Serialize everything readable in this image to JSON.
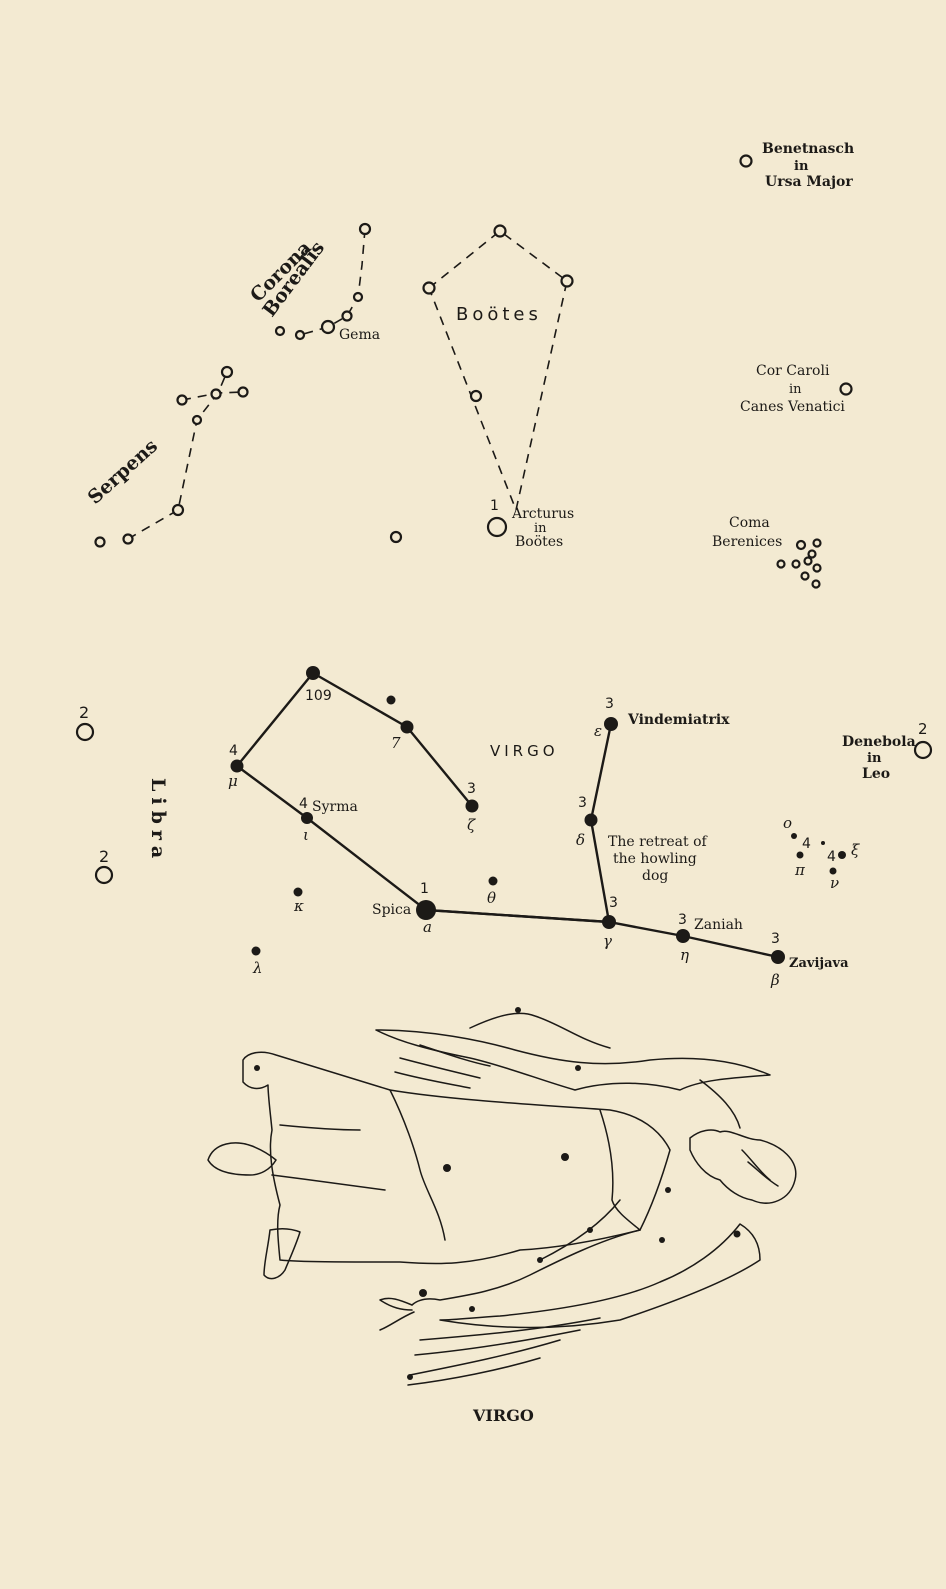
{
  "caption": "VIRGO",
  "labels": {
    "benetnasch": [
      "Benetnasch",
      "in",
      "Ursa Major"
    ],
    "corona": [
      "Corona",
      "Borealis"
    ],
    "gema": "Gema",
    "bootes": "Boötes",
    "cor_caroli": [
      "Cor Caroli",
      "in",
      "Canes Venatici"
    ],
    "serpens": "Serpens",
    "arcturus": [
      "Arcturus",
      "in",
      "Boötes"
    ],
    "coma": [
      "Coma",
      "Berenices"
    ],
    "libra": "Libra",
    "virgo": "VIRGO",
    "vindemiatrix": "Vindemiatrix",
    "denebola": [
      "Denebola",
      "in",
      "Leo"
    ],
    "syrma": "Syrma",
    "retreat": [
      "The retreat of",
      "the howling",
      "dog"
    ],
    "spica": "Spica",
    "zaniah": "Zaniah",
    "zavijava": "Zavijava"
  },
  "magnitudes": {
    "libra_upper": "2",
    "libra_lower": "2",
    "arcturus": "1",
    "mag_109": "109",
    "mu": "4",
    "iota": "4",
    "zeta": "3",
    "epsilon": "3",
    "delta": "3",
    "gamma": "3",
    "eta": "3",
    "beta": "3",
    "spica": "1",
    "denebola": "2",
    "pi": "4",
    "xi": "4"
  },
  "greek": {
    "mu": "μ",
    "iota": "ι",
    "zeta": "ζ",
    "epsilon": "ε",
    "delta": "δ",
    "gamma": "γ",
    "eta": "η",
    "beta": "β",
    "alpha": "a",
    "theta": "θ",
    "kappa": "κ",
    "lambda": "λ",
    "omicron": "o",
    "pi": "π",
    "nu": "ν",
    "xi": "ξ",
    "seven": "7"
  },
  "colors": {
    "paper": "#f3ead2",
    "ink": "#1c1a17"
  }
}
